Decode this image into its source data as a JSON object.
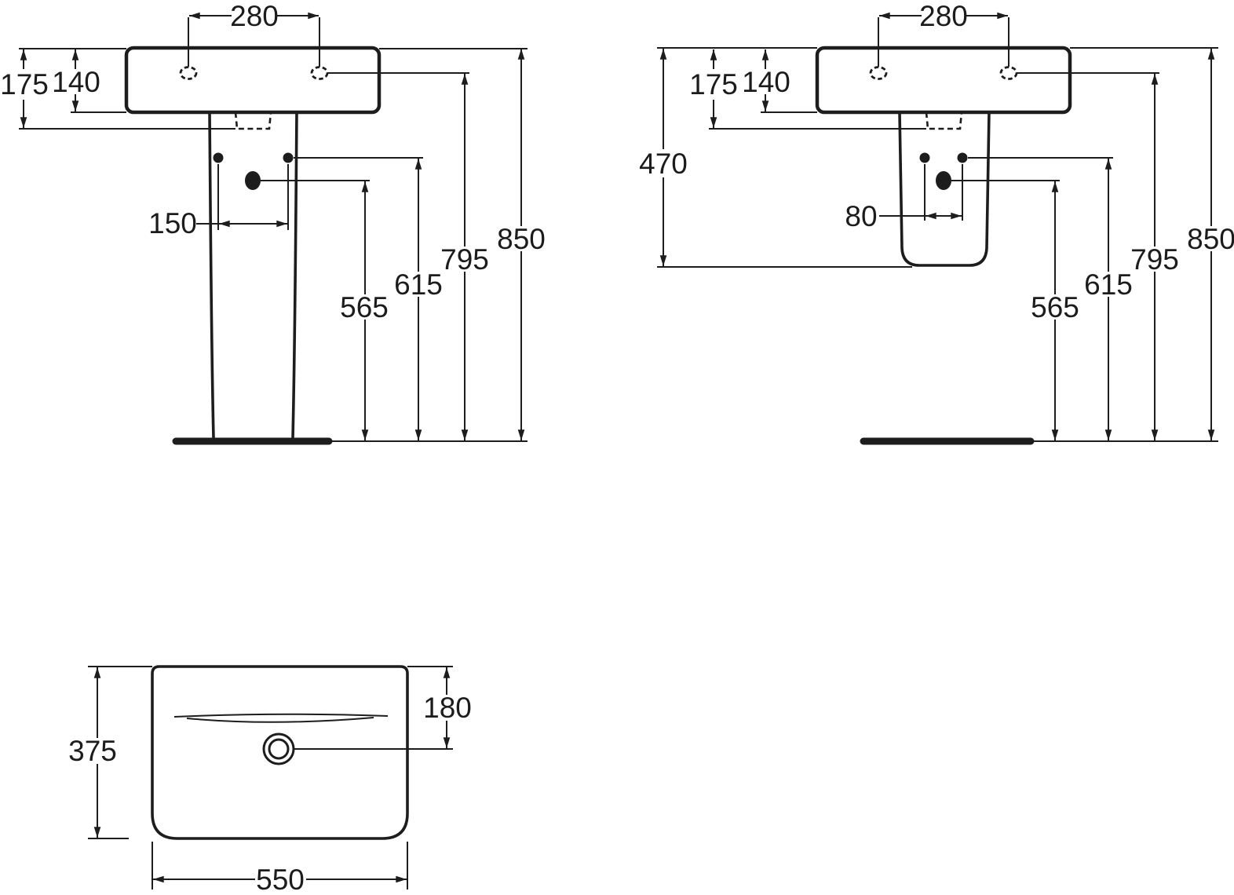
{
  "drawing": {
    "background_color": "#ffffff",
    "line_color": "#1d1d1d",
    "views": {
      "front_full_pedestal": {
        "labels": {
          "tap_hole_spacing": "280",
          "rim_to_outlet_depth": "175",
          "rim_to_bowl_depth": "140",
          "fixing_hole_spacing": "150",
          "outlet_height": "565",
          "supply_height": "615",
          "tap_hole_height": "795",
          "rim_height": "850"
        }
      },
      "front_semi_pedestal": {
        "labels": {
          "tap_hole_spacing": "280",
          "rim_to_outlet_depth": "175",
          "rim_to_bowl_depth": "140",
          "semi_pedestal_drop": "470",
          "fixing_hole_spacing": "80",
          "outlet_height": "565",
          "supply_height": "615",
          "tap_hole_height": "795",
          "rim_height": "850"
        }
      },
      "top_view": {
        "labels": {
          "basin_depth": "375",
          "rear_to_drain": "180",
          "basin_width": "550"
        }
      }
    }
  }
}
